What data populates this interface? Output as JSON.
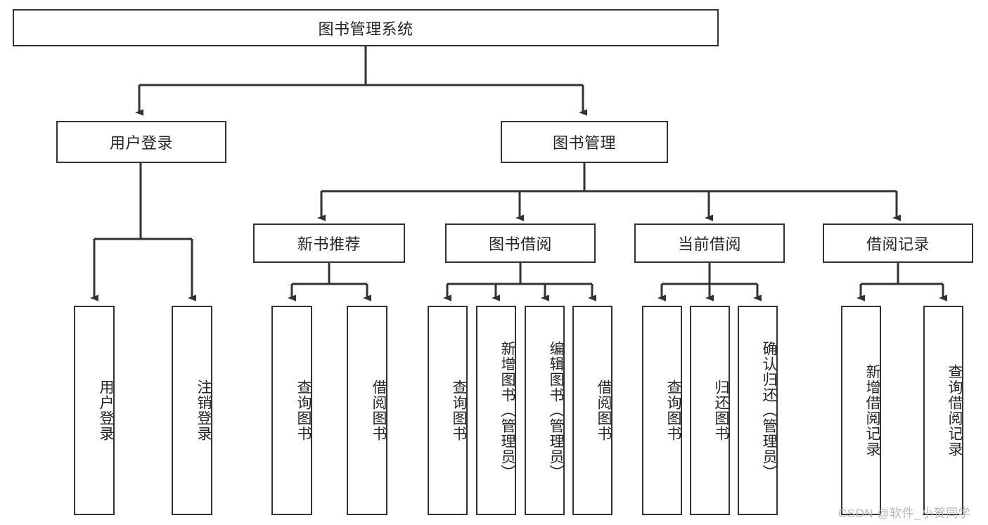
{
  "diagram": {
    "type": "tree",
    "title": "图书管理系统",
    "root": {
      "id": "root",
      "label": "图书管理系统"
    },
    "level1": [
      {
        "id": "user-login",
        "label": "用户登录"
      },
      {
        "id": "book-manage",
        "label": "图书管理"
      }
    ],
    "level2": [
      {
        "id": "new-book-recommend",
        "label": "新书推荐",
        "parent": "book-manage"
      },
      {
        "id": "book-borrow",
        "label": "图书借阅",
        "parent": "book-manage"
      },
      {
        "id": "current-borrow",
        "label": "当前借阅",
        "parent": "book-manage"
      },
      {
        "id": "borrow-record",
        "label": "借阅记录",
        "parent": "book-manage"
      }
    ],
    "leaves": [
      {
        "id": "leaf-user-login",
        "label": "用户登录",
        "parent": "user-login"
      },
      {
        "id": "leaf-user-logout",
        "label": "注销登录",
        "parent": "user-login"
      },
      {
        "id": "leaf-query-book-1",
        "label": "查询图书",
        "parent": "new-book-recommend"
      },
      {
        "id": "leaf-borrow-book-1",
        "label": "借阅图书",
        "parent": "new-book-recommend"
      },
      {
        "id": "leaf-query-book-2",
        "label": "查询图书",
        "parent": "book-borrow"
      },
      {
        "id": "leaf-add-book",
        "label": "新增图书（管理员）",
        "parent": "book-borrow"
      },
      {
        "id": "leaf-edit-book",
        "label": "编辑图书（管理员）",
        "parent": "book-borrow"
      },
      {
        "id": "leaf-borrow-book-2",
        "label": "借阅图书",
        "parent": "book-borrow"
      },
      {
        "id": "leaf-query-book-3",
        "label": "查询图书",
        "parent": "current-borrow"
      },
      {
        "id": "leaf-return-book",
        "label": "归还图书",
        "parent": "current-borrow"
      },
      {
        "id": "leaf-confirm-return",
        "label": "确认归还（管理员）",
        "parent": "current-borrow"
      },
      {
        "id": "leaf-add-record",
        "label": "新增借阅记录",
        "parent": "borrow-record"
      },
      {
        "id": "leaf-query-record",
        "label": "查询借阅记录",
        "parent": "borrow-record"
      }
    ],
    "colors": {
      "border": "#333333",
      "text": "#262626",
      "background": "#ffffff",
      "connector": "#333333",
      "watermark": "#b8b8b8"
    }
  },
  "watermark": {
    "text": "CSDN @软件_小贺同学"
  }
}
